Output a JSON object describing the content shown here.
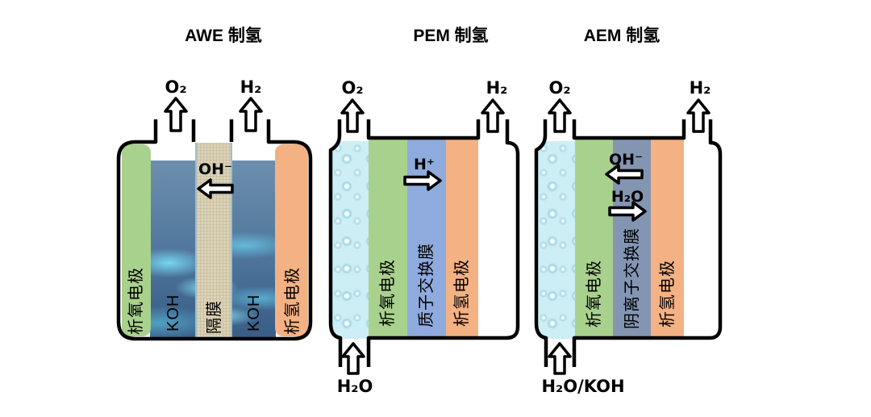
{
  "colors": {
    "anode_green": "#a9d18e",
    "cathode_orange": "#f4b183",
    "pem_membrane_blue": "#8faadc",
    "aem_membrane_blue": "#8495b2",
    "awe_diaphragm_tan": "#dbd3b8",
    "koh_water_dark": "#4f759c",
    "feed_water_light": "#cdeef5",
    "outline_black": "#000000"
  },
  "awe": {
    "title": "AWE 制氢",
    "o2": "O₂",
    "h2": "H₂",
    "ion": "OH⁻",
    "anode": "析氧电极",
    "koh_left": "KOH",
    "membrane": "隔膜",
    "koh_right": "KOH",
    "cathode": "析氢电极"
  },
  "pem": {
    "title": "PEM 制氢",
    "o2": "O₂",
    "h2": "H₂",
    "ion": "H⁺",
    "inlet": "H₂O",
    "anode": "析氧电极",
    "membrane": "质子交换膜",
    "cathode": "析氢电极"
  },
  "aem": {
    "title": "AEM 制氢",
    "o2": "O₂",
    "h2": "H₂",
    "ion": "OH⁻",
    "water_flow": "H₂O",
    "inlet": "H₂O/KOH",
    "anode": "析氧电极",
    "membrane": "阴离子交换膜",
    "cathode": "析氢电极"
  }
}
